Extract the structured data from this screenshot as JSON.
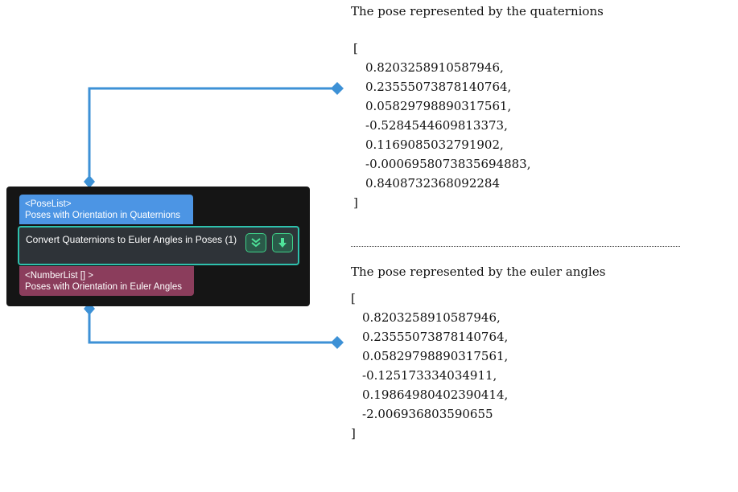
{
  "node": {
    "input_type": "<PoseList>",
    "input_desc": "Poses with Orientation in Quaternions",
    "title": "Convert Quaternions to Euler Angles in Poses (1)",
    "output_type": "<NumberList [] >",
    "output_desc": "Poses with Orientation in Euler Angles",
    "accent_color": "#2ec1ad",
    "input_color": "#4c95e4",
    "output_color": "#8b3d5c",
    "connector_color": "#3d91d6"
  },
  "quaternion_pose": {
    "heading": "The pose represented by the quaternions",
    "open_bracket": "[",
    "values": [
      "0.8203258910587946,",
      "0.23555073878140764,",
      "0.05829798890317561,",
      "-0.5284544609813373,",
      "0.1169085032791902,",
      "-0.0006958073835694883,",
      "0.8408732368092284"
    ],
    "close_bracket": "]"
  },
  "euler_pose": {
    "heading": "The pose represented by the euler angles",
    "open_bracket": "[",
    "values": [
      "0.8203258910587946,",
      "0.23555073878140764,",
      "0.05829798890317561,",
      "-0.125173334034911,",
      "0.19864980402390414,",
      "-2.006936803590655"
    ],
    "close_bracket": "]"
  },
  "icons": {
    "collapse": "chevron-double-down-icon",
    "run": "run-down-arrow-icon"
  }
}
